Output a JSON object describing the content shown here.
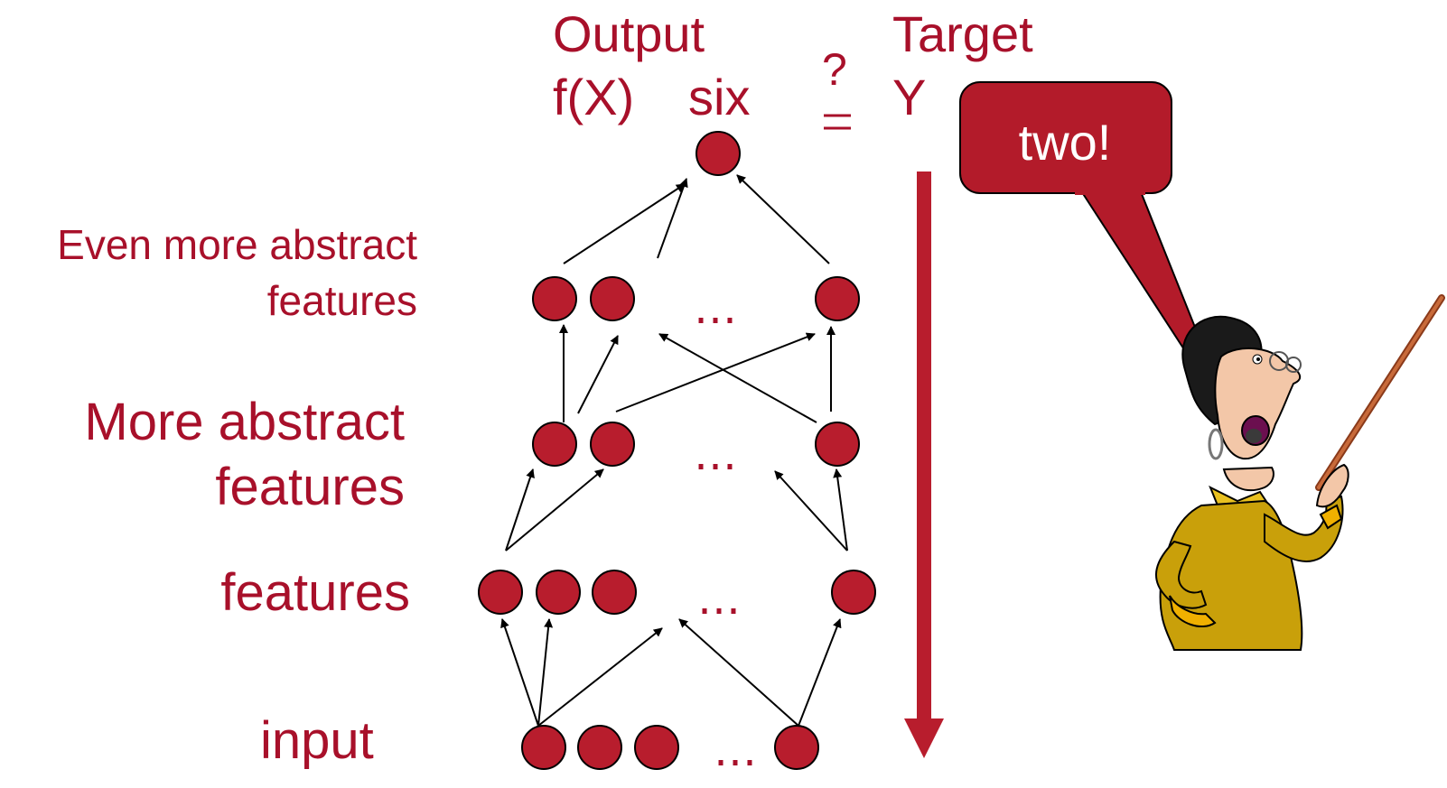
{
  "labels": {
    "even_more_line1": "Even more abstract",
    "even_more_line2": "features",
    "more_line1": "More abstract",
    "more_line2": "features",
    "features": "features",
    "input": "input"
  },
  "top": {
    "output": "Output",
    "fx": "f(X)",
    "six": "six",
    "question": "?",
    "target": "Target",
    "y": "Y"
  },
  "ellipsis": "…",
  "speech": "two!",
  "colors": {
    "node": "#b81d2d",
    "text": "#a8102a",
    "arrow_big": "#b81d2d",
    "bubble": "#b31b2a",
    "edge": "#000000"
  },
  "icons": {
    "teacher": "teacher-with-pointer-icon"
  }
}
